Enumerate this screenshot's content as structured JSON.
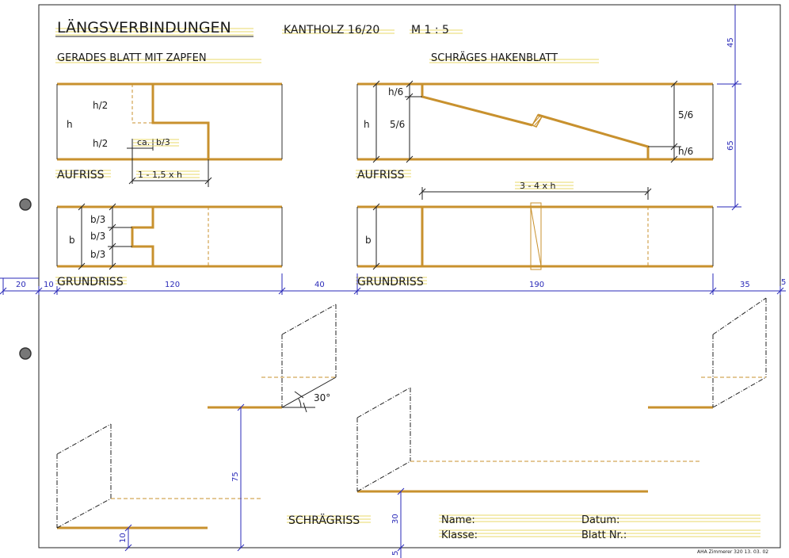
{
  "sheet": {
    "title": "LÄNGSVERBINDUNGEN",
    "material": "KANTHOLZ 16/20",
    "scale": "M 1 : 5",
    "footer": "AHA Zimmerer 320 13. 03. 02"
  },
  "left_joint": {
    "heading": "GERADES BLATT MIT ZAPFEN",
    "elevation_label": "AUFRISS",
    "plan_label": "GRUNDRISS",
    "h": "h",
    "h_half_top": "h/2",
    "h_half_bottom": "h/2",
    "ca": "ca.",
    "b3_small": "b/3",
    "length_dim": "1 - 1,5 x h",
    "b": "b",
    "b3_a": "b/3",
    "b3_b": "b/3",
    "b3_c": "b/3"
  },
  "right_joint": {
    "heading": "SCHRÄGES HAKENBLATT",
    "elevation_label": "AUFRISS",
    "plan_label": "GRUNDRISS",
    "h": "h",
    "h6_top": "h/6",
    "five_six_left": "5/6",
    "five_six_right": "5/6",
    "h6_bottom": "h/6",
    "length_dim": "3 - 4 x h",
    "b": "b"
  },
  "dimensions": {
    "d20": "20",
    "d10": "10",
    "d120": "120",
    "d40": "40",
    "d190": "190",
    "d35": "35",
    "d5_right": "5",
    "d45": "45",
    "d65": "65",
    "d75": "75",
    "d10_bottom": "10",
    "d30": "30",
    "d5_bottom": "5",
    "angle": "30°"
  },
  "oblique": {
    "label": "SCHRÄGRISS"
  },
  "title_block": {
    "name": "Name:",
    "datum": "Datum:",
    "klasse": "Klasse:",
    "blatt": "Blatt Nr.:"
  },
  "colors": {
    "timber": "#c8912e",
    "dimension": "#2a2ab8",
    "highlight": "#e8d86a",
    "ink": "#1a1a1a"
  }
}
